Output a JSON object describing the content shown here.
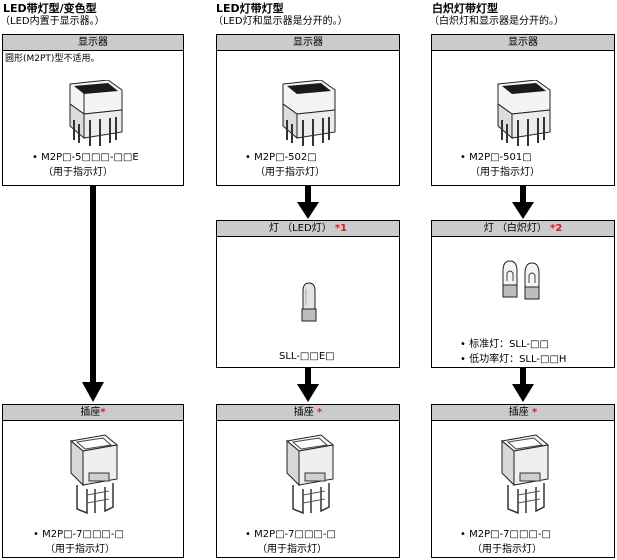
{
  "columns": [
    {
      "title": "LED带灯型/变色型",
      "subtitle": "（LED内置于显示器。）",
      "display": {
        "header": "显示器",
        "note": "圆形(M2PT)型不适用。",
        "model": "• M2P□-5□□□-□□E",
        "usage": "（用于指示灯）"
      },
      "socket": {
        "header": "插座",
        "star": "*",
        "model": "• M2P□-7□□□-□",
        "usage": "（用于指示灯）"
      }
    },
    {
      "title": "LED灯带灯型",
      "subtitle": "（LED灯和显示器是分开的。）",
      "display": {
        "header": "显示器",
        "model": "• M2P□-502□",
        "usage": "（用于指示灯）"
      },
      "lamp": {
        "header": "灯 （LED灯）",
        "star": "*1",
        "model": "SLL-□□E□"
      },
      "socket": {
        "header": "插座",
        "star": "*",
        "model": "• M2P□-7□□□-□",
        "usage": "（用于指示灯）"
      }
    },
    {
      "title": "白炽灯带灯型",
      "subtitle": "（白炽灯和显示器是分开的。）",
      "display": {
        "header": "显示器",
        "model": "• M2P□-501□",
        "usage": "（用于指示灯）"
      },
      "lamp": {
        "header": "灯 （白炽灯）",
        "star": "*2",
        "model_standard": "• 标准灯：SLL-□□",
        "model_low_power": "• 低功率灯：SLL-□□H"
      },
      "socket": {
        "header": "插座",
        "star": "*",
        "model": "• M2P□-7□□□-□",
        "usage": "（用于指示灯）"
      }
    }
  ],
  "colors": {
    "header_bg": "#c9cbcc",
    "star": "#e21a1a"
  }
}
